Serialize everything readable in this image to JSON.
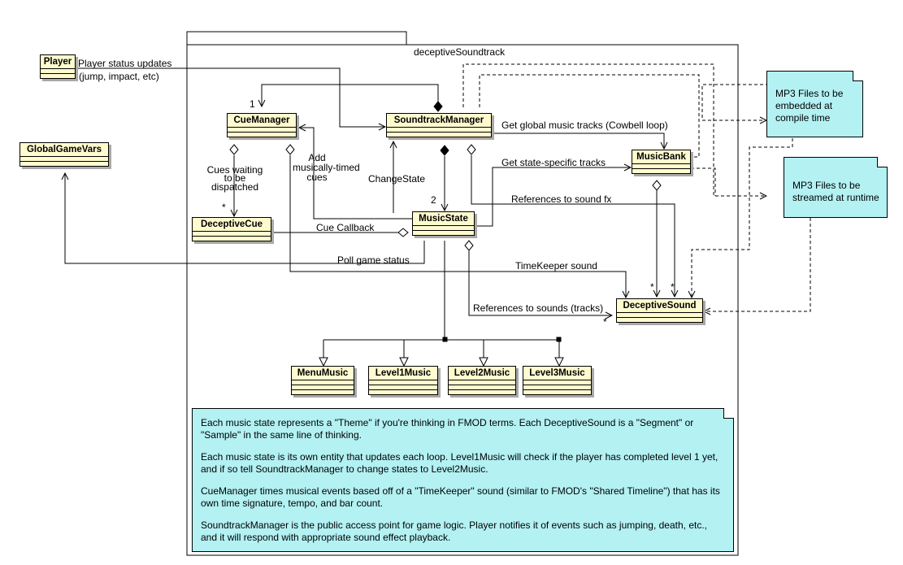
{
  "package": {
    "name": "deceptiveSoundtrack"
  },
  "classes": {
    "player": "Player",
    "global_game_vars": "GlobalGameVars",
    "cue_manager": "CueManager",
    "soundtrack_manager": "SoundtrackManager",
    "music_bank": "MusicBank",
    "deceptive_cue": "DeceptiveCue",
    "music_state": "MusicState",
    "deceptive_sound": "DeceptiveSound",
    "menu_music": "MenuMusic",
    "level1_music": "Level1Music",
    "level2_music": "Level2Music",
    "level3_music": "Level3Music"
  },
  "edge_labels": {
    "player_updates_1": "Player status updates",
    "player_updates_2": "(jump, impact, etc)",
    "global_tracks": "Get global music tracks (Cowbell loop)",
    "state_tracks": "Get state-specific tracks",
    "sound_fx_refs": "References to sound fx",
    "cue_callback": "Cue Callback",
    "poll_game_status": "Poll game status",
    "timekeeper_sound": "TimeKeeper sound",
    "sound_track_refs": "References to sounds (tracks)",
    "change_state": "ChangeState",
    "add_cues_1": "Add",
    "add_cues_2": "musically-timed",
    "add_cues_3": "cues",
    "cues_waiting_1": "Cues waiting",
    "cues_waiting_2": "to be",
    "cues_waiting_3": "dispatched"
  },
  "multiplicities": {
    "cue_manager": "1",
    "music_state": "2",
    "deceptive_cue": "*",
    "sound_left": "*",
    "sound_mid": "*",
    "sound_bottom": "*"
  },
  "notes": {
    "mp3_embedded": "MP3 Files to be embedded at compile time",
    "mp3_streamed": "MP3 Files to be streamed at runtime",
    "description": [
      "Each music state represents a \"Theme\" if you're thinking in FMOD terms. Each DeceptiveSound is a \"Segment\" or \"Sample\" in the same line of thinking.",
      "Each music state is its own entity that updates each loop. Level1Music will check if the player has completed level 1 yet, and if so tell SoundtrackManager to change states to Level2Music.",
      "CueManager times musical events based off of a \"TimeKeeper\" sound (similar to FMOD's \"Shared Timeline\") that has its own time signature, tempo, and bar count.",
      "SoundtrackManager is the public access point for game logic. Player notifies it of events such as jumping, death, etc., and it will respond with appropriate sound effect playback."
    ]
  },
  "colors": {
    "class_fill": "#fffbcf",
    "note_fill": "#b3f1f3",
    "line": "#000000",
    "shadow": "#a9a9a9"
  }
}
